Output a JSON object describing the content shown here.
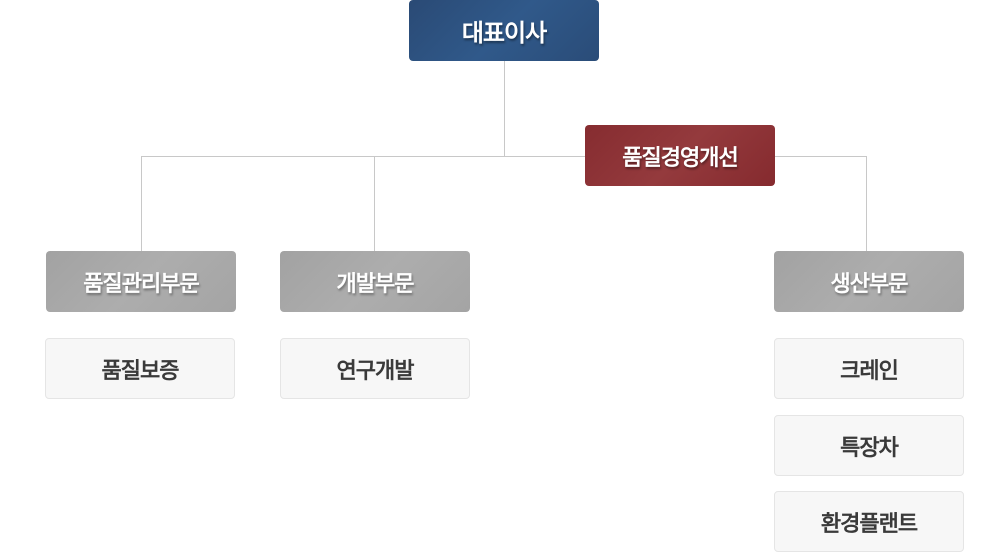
{
  "ceo": "대표이사",
  "quality_management": "품질경영개선",
  "divisions": [
    {
      "name": "품질관리부문",
      "teams": [
        "품질보증"
      ]
    },
    {
      "name": "개발부문",
      "teams": [
        "연구개발"
      ]
    },
    {
      "name": "생산부문",
      "teams": [
        "크레인",
        "특장차",
        "환경플랜트"
      ]
    }
  ],
  "colors": {
    "ceo": "#2b4f7c",
    "quality_management": "#8b2e32",
    "division": "#a8a8a8",
    "team_bg": "#f7f7f7"
  }
}
